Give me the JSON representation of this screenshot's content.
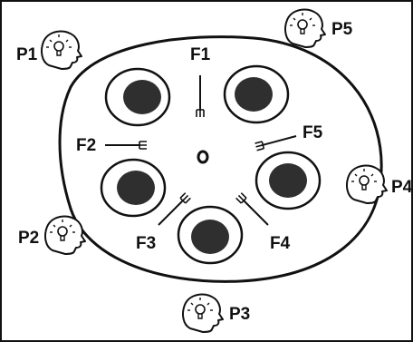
{
  "philosophers": [
    {
      "id": "p1",
      "label": "P1",
      "icon": "thinking-head-lightbulb-icon"
    },
    {
      "id": "p2",
      "label": "P2",
      "icon": "thinking-head-lightbulb-icon"
    },
    {
      "id": "p3",
      "label": "P3",
      "icon": "thinking-head-lightbulb-icon"
    },
    {
      "id": "p4",
      "label": "P4",
      "icon": "thinking-head-lightbulb-icon"
    },
    {
      "id": "p5",
      "label": "P5",
      "icon": "thinking-head-lightbulb-icon"
    }
  ],
  "forks": [
    {
      "id": "f1",
      "label": "F1",
      "icon": "fork-icon"
    },
    {
      "id": "f2",
      "label": "F2",
      "icon": "fork-icon"
    },
    {
      "id": "f3",
      "label": "F3",
      "icon": "fork-icon"
    },
    {
      "id": "f4",
      "label": "F4",
      "icon": "fork-icon"
    },
    {
      "id": "f5",
      "label": "F5",
      "icon": "fork-icon"
    }
  ],
  "plates": 5,
  "colors": {
    "border": "#111111",
    "food": "#2f2f2f",
    "background": "#ffffff"
  }
}
